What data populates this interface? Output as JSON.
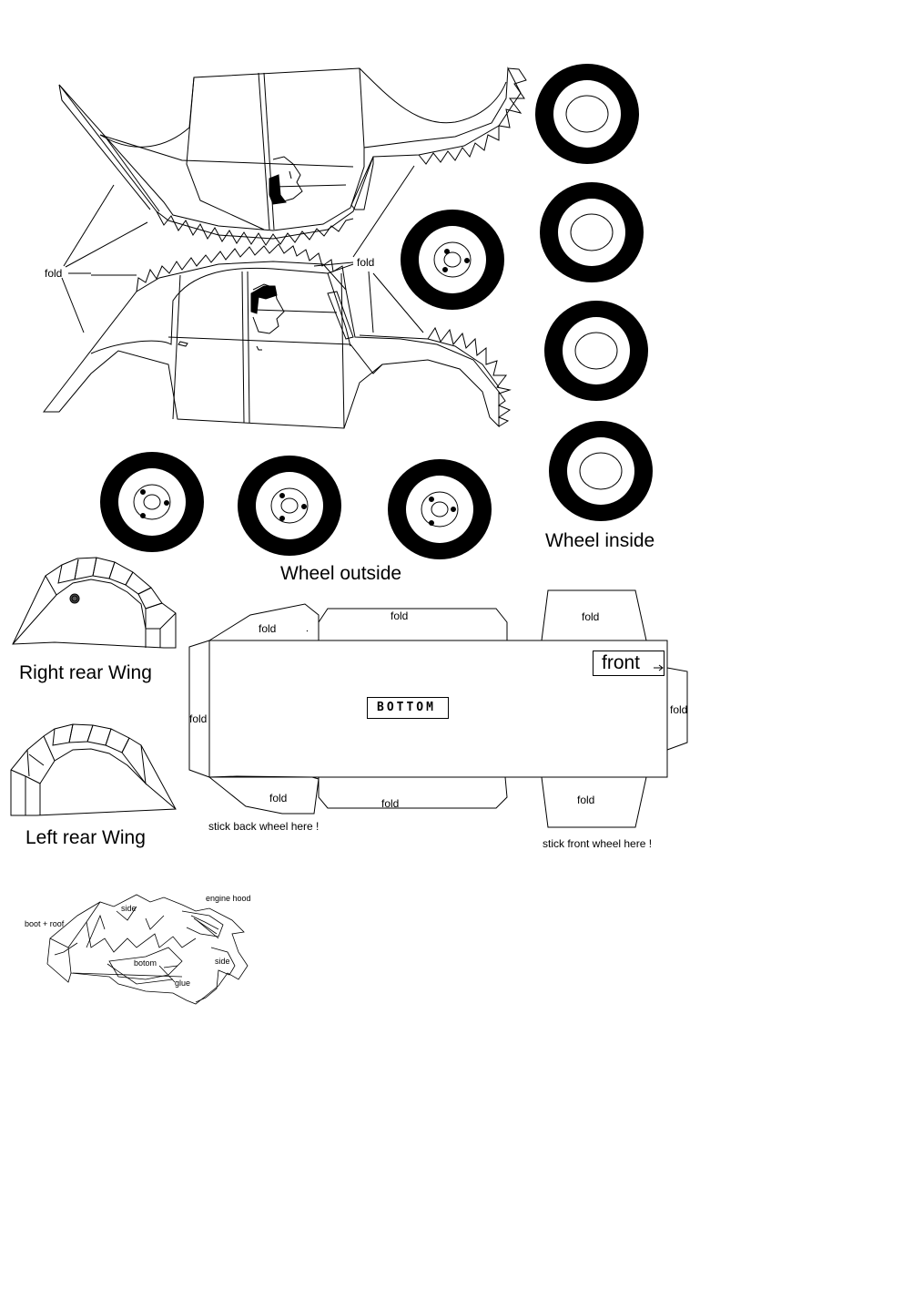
{
  "labels": {
    "fold": "fold",
    "wheel_outside": "Wheel outside",
    "wheel_inside": "Wheel inside",
    "right_rear_wing": "Right rear Wing",
    "left_rear_wing": "Left rear Wing",
    "front": "front",
    "bottom": "BOTTOM",
    "stick_back": "stick back wheel here !",
    "stick_front": "stick front wheel here !"
  },
  "assembly": {
    "boot_roof": "boot + roof",
    "side": "side",
    "engine_hood": "engine hood",
    "botom": "botom",
    "glue": "glue"
  },
  "colors": {
    "ink": "#000000",
    "paper": "#ffffff"
  }
}
